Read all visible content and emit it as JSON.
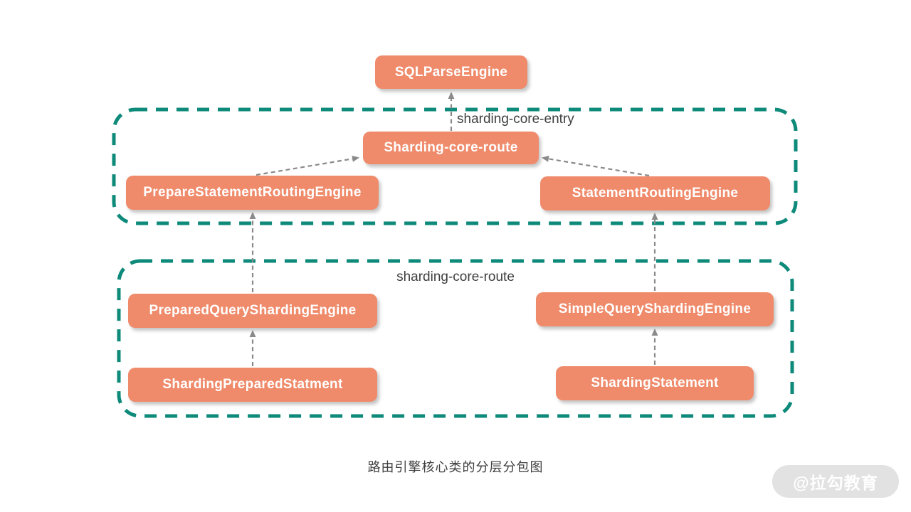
{
  "diagram": {
    "caption": "路由引擎核心类的分层分包图",
    "watermark": "@拉勾教育",
    "groups": {
      "entry_label": "sharding-core-entry",
      "route_label": "sharding-core-route"
    },
    "nodes": {
      "sql_parse_engine": "SQLParseEngine",
      "sharding_core_route": "Sharding-core-route",
      "prepare_statement_routing_engine": "PrepareStatementRoutingEngine",
      "statement_routing_engine": "StatementRoutingEngine",
      "prepared_query_sharding_engine": "PreparedQueryShardingEngine",
      "simple_query_sharding_engine": "SimpleQueryShardingEngine",
      "sharding_prepared_statment": "ShardingPreparedStatment",
      "sharding_statement": "ShardingStatement"
    },
    "colors": {
      "node_fill": "#ef8a6a",
      "container_border": "#0e8a7a",
      "arrow": "#8a8a8a",
      "label_text": "#3f3f3f",
      "node_text": "#ffffff",
      "watermark_bg": "#e2e2e2",
      "watermark_text": "#ffffff"
    }
  }
}
